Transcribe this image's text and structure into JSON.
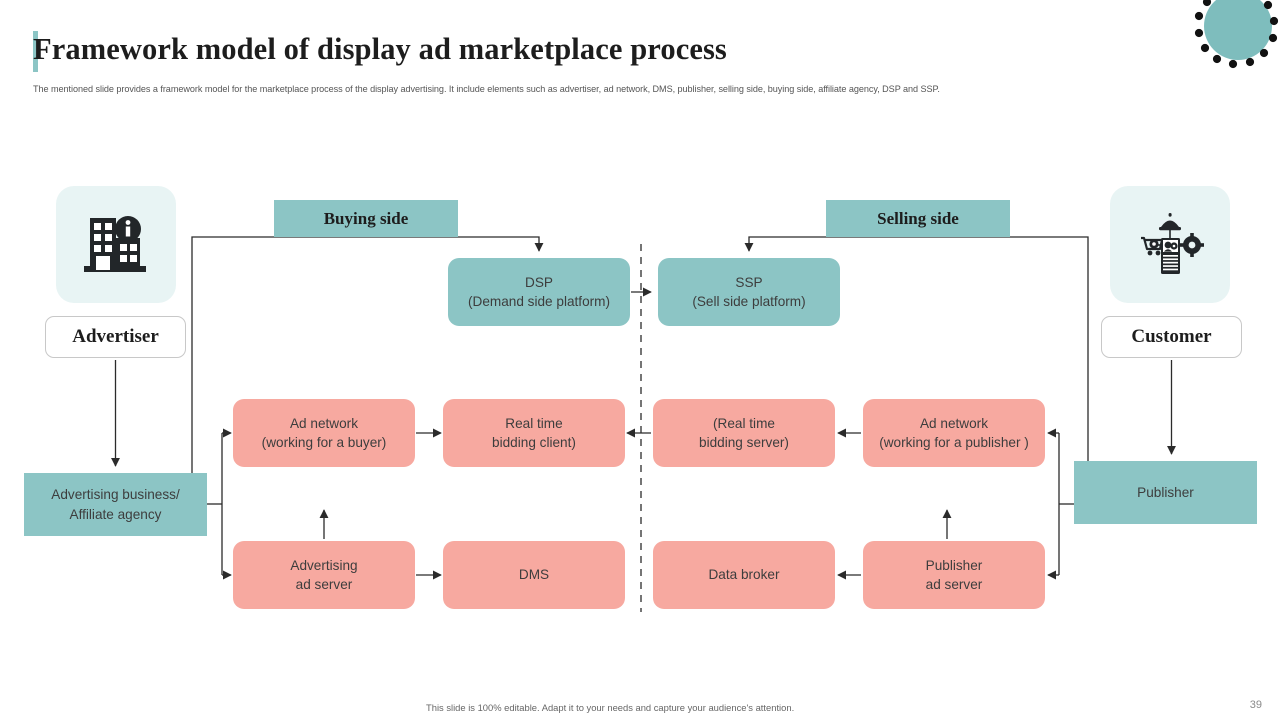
{
  "header": {
    "title": "Framework model of display ad marketplace process",
    "subtitle": "The mentioned slide provides a framework model for the marketplace process of the display advertising. It include elements such as advertiser, ad network, DMS,  publisher, selling side, buying side, affiliate agency, DSP and SSP."
  },
  "colors": {
    "teal": "#8cc5c5",
    "teal_tile": "#e8f4f4",
    "pink": "#f7a9a0",
    "line": "#2b2b2b",
    "title": "#1d1d1d",
    "body_text": "#3d3d3d"
  },
  "banners": {
    "buying": "Buying side",
    "selling": "Selling side"
  },
  "actors": {
    "advertiser": {
      "label": "Advertiser",
      "icon": "office-building-info-icon"
    },
    "customer": {
      "label": "Customer",
      "icon": "customer-service-device-icon"
    }
  },
  "nodes": {
    "dsp": {
      "line1": "DSP",
      "line2": "(Demand side platform)"
    },
    "ssp": {
      "line1": "SSP",
      "line2": "(Sell side platform)"
    },
    "ad_network_buyer": {
      "line1": "Ad network",
      "line2": "(working for a buyer)"
    },
    "rtb_client": {
      "line1": "Real time",
      "line2": "bidding client)"
    },
    "rtb_server": {
      "line1": "(Real time",
      "line2": "bidding server)"
    },
    "ad_network_publisher": {
      "line1": "Ad network",
      "line2": "(working for a publisher )"
    },
    "advertising_ad_server": {
      "line1": "Advertising",
      "line2": "ad server"
    },
    "dms": {
      "line1": "DMS",
      "line2": ""
    },
    "data_broker": {
      "line1": "Data broker",
      "line2": ""
    },
    "publisher_ad_server": {
      "line1": "Publisher",
      "line2": "ad server"
    },
    "affiliate_agency": {
      "line1": "Advertising business/",
      "line2": "Affiliate agency"
    },
    "publisher": {
      "line1": "Publisher",
      "line2": ""
    }
  },
  "footer": {
    "note": "This slide is 100% editable. Adapt it to your needs and capture your audience's attention.",
    "page_number": "39"
  }
}
